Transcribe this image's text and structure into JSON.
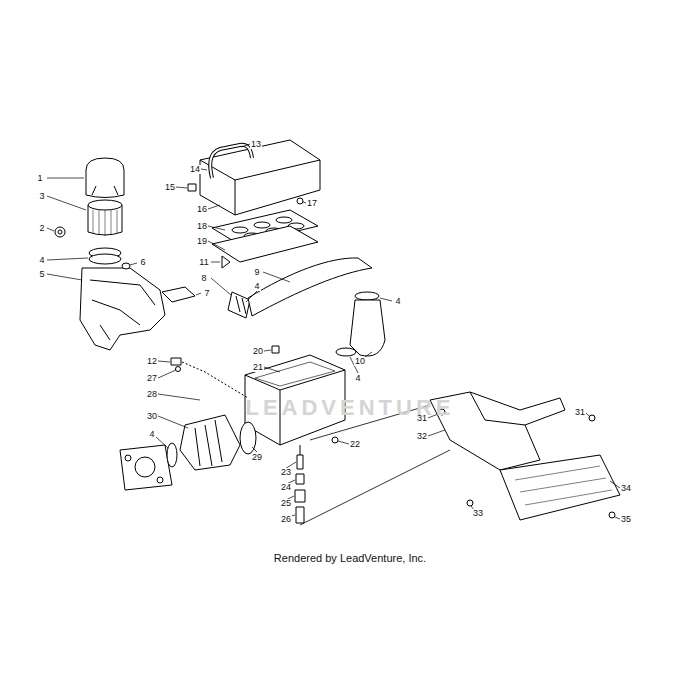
{
  "diagram": {
    "labels": [
      "1",
      "3",
      "2",
      "4",
      "5",
      "6",
      "7",
      "8",
      "11",
      "9",
      "4",
      "13",
      "14",
      "15",
      "16",
      "17",
      "18",
      "19",
      "4",
      "10",
      "4",
      "12",
      "27",
      "28",
      "20",
      "21",
      "30",
      "4",
      "29",
      "22",
      "23",
      "24",
      "25",
      "26",
      "31",
      "32",
      "31",
      "33",
      "34",
      "35",
      "LEADVENTURE",
      "Rendered by LeadVenture, Inc."
    ]
  }
}
